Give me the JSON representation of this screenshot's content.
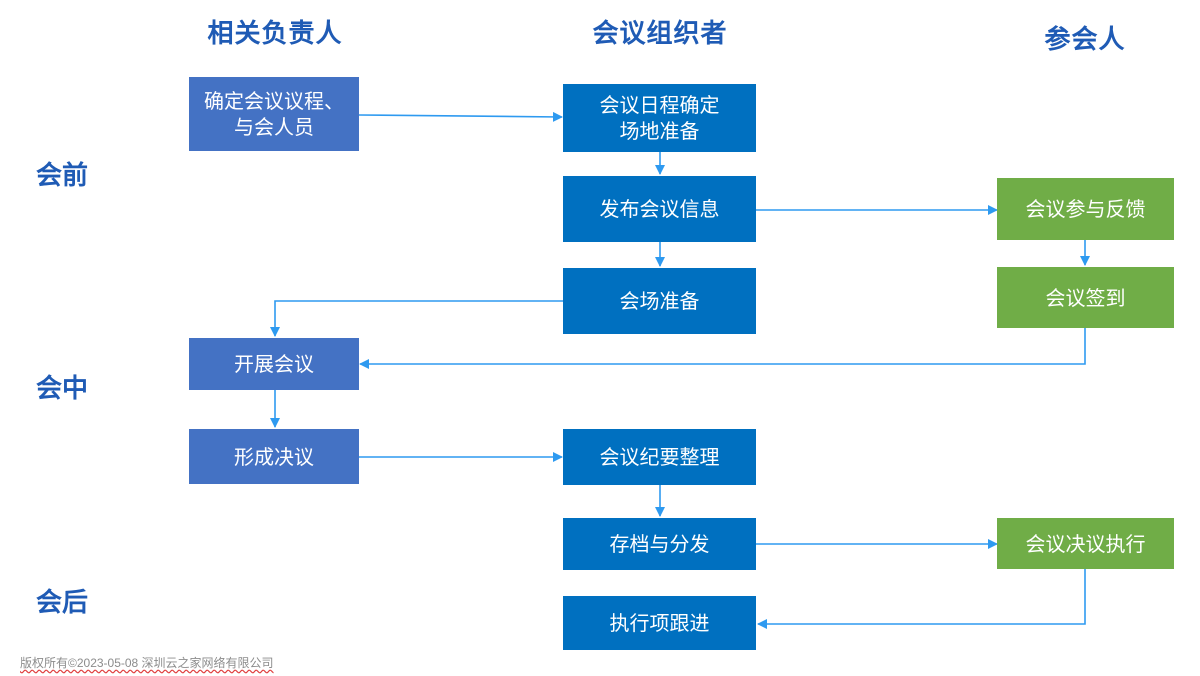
{
  "columns": {
    "responsible": "相关负责人",
    "organizer": "会议组织者",
    "attendee": "参会人"
  },
  "phases": {
    "before": "会前",
    "during": "会中",
    "after": "会后"
  },
  "nodes": {
    "confirm_agenda": "确定会议议程、\n与会人员",
    "schedule_venue": "会议日程确定\n场地准备",
    "publish_info": "发布会议信息",
    "venue_prep": "会场准备",
    "feedback": "会议参与反馈",
    "sign_in": "会议签到",
    "hold_meeting": "开展会议",
    "form_resolution": "形成决议",
    "minutes": "会议纪要整理",
    "archive": "存档与分发",
    "execute_resolution": "会议决议执行",
    "follow_up": "执行项跟进"
  },
  "colors": {
    "responsible": "#4472c4",
    "organizer": "#0070c0",
    "attendee": "#70ad47",
    "arrow": "#2e9af0",
    "heading": "#1f5bb5"
  },
  "footer": {
    "copyright": "版权所有©2023-05-08 深圳云之家网络有限公司"
  }
}
